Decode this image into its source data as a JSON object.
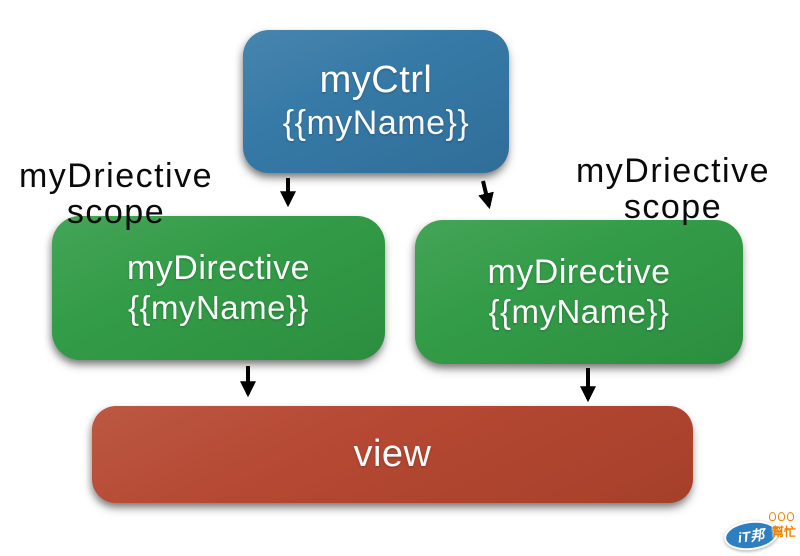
{
  "diagram": {
    "nodes": {
      "ctrl": {
        "title": "myCtrl",
        "subtitle": "{{myName}}",
        "color": "#3377a5"
      },
      "directive_left": {
        "title": "myDirective",
        "subtitle": "{{myName}}",
        "color": "#2f9a44"
      },
      "directive_right": {
        "title": "myDirective",
        "subtitle": "{{myName}}",
        "color": "#2f9a44"
      },
      "view": {
        "title": "view",
        "color": "#b4452e"
      }
    },
    "labels": {
      "left": {
        "line1": "myDriective",
        "line2": "scope"
      },
      "right": {
        "line1": "myDriective",
        "line2": "scope"
      }
    },
    "edges": [
      {
        "from": "ctrl",
        "to": "directive_left"
      },
      {
        "from": "ctrl",
        "to": "directive_right"
      },
      {
        "from": "directive_left",
        "to": "view"
      },
      {
        "from": "directive_right",
        "to": "view"
      }
    ],
    "arrow_color": "#000000",
    "label_color": "#0a0a0a",
    "node_text_color": "#ffffff",
    "watermark": {
      "brand": "iT邦",
      "suffix": "幫忙",
      "ellipse_color": "#2e7fc0",
      "accent_color": "#f08300"
    }
  }
}
